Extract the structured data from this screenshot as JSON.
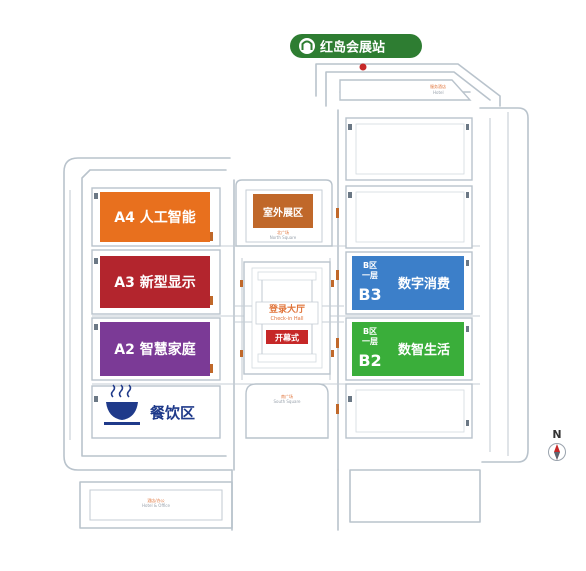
{
  "station": {
    "name": "红岛会展站",
    "icon": "metro-icon",
    "badge_color": "#2e7d32",
    "dot_color": "#c62828"
  },
  "halls": {
    "a4": {
      "label": "A4 人工智能",
      "color": "#e8701e"
    },
    "a3": {
      "label": "A3 新型显示",
      "color": "#b3252d"
    },
    "a2": {
      "label": "A2 智慧家庭",
      "color": "#7b3a96"
    },
    "dining": {
      "label": "餐饮区",
      "icon": "dining-bowl-icon",
      "color": "#1f3a8a"
    },
    "outdoor": {
      "label": "室外展区",
      "color": "#c0682a"
    },
    "b3": {
      "zone_line1": "B区",
      "zone_line2": "一层",
      "code": "B3",
      "label": "数字消费",
      "color": "#3c7fc9"
    },
    "b2": {
      "zone_line1": "B区",
      "zone_line2": "一层",
      "code": "B2",
      "label": "数智生活",
      "color": "#3aae3a"
    }
  },
  "center": {
    "checkin_cn": "登录大厅",
    "checkin_en": "Check-in Hall",
    "opening": "开幕式",
    "checkin_color": "#e0743a",
    "opening_color": "#c62828"
  },
  "small_labels": {
    "north_square_cn": "北广场",
    "north_square_en": "North Square",
    "south_square_cn": "南广场",
    "south_square_en": "South Square",
    "hotel_cn": "酒店/办公",
    "hotel_en": "Hotel & Office",
    "top_building_cn": "服务酒店",
    "top_building_en": "Hotel"
  },
  "compass": {
    "letter": "N",
    "icon": "compass-icon",
    "needle_color": "#c62828"
  }
}
